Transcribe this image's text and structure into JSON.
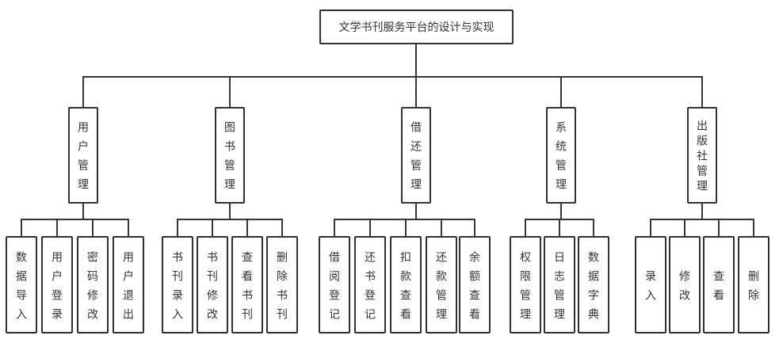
{
  "tree": {
    "root": {
      "label": "文学书刊服务平台的设计与实现"
    },
    "branches": [
      {
        "label": "用户管理",
        "children": [
          {
            "label": "数据导入"
          },
          {
            "label": "用户登录"
          },
          {
            "label": "密码修改"
          },
          {
            "label": "用户退出"
          }
        ]
      },
      {
        "label": "图书管理",
        "children": [
          {
            "label": "书刊录入"
          },
          {
            "label": "书刊修改"
          },
          {
            "label": "查看书刊"
          },
          {
            "label": "删除书刊"
          }
        ]
      },
      {
        "label": "借还管理",
        "children": [
          {
            "label": "借阅登记"
          },
          {
            "label": "还书登记"
          },
          {
            "label": "扣款查看"
          },
          {
            "label": "还款管理"
          },
          {
            "label": "余额查看"
          }
        ]
      },
      {
        "label": "系统管理",
        "children": [
          {
            "label": "权限管理"
          },
          {
            "label": "日志管理"
          },
          {
            "label": "数据字典"
          }
        ]
      },
      {
        "label": "出版社管理",
        "children": [
          {
            "label": "录入"
          },
          {
            "label": "修改"
          },
          {
            "label": "查看"
          },
          {
            "label": "删除"
          }
        ]
      }
    ]
  },
  "colors": {
    "line": "#31363b",
    "node_border": "#2d3237",
    "text": "#333333",
    "background": "#ffffff"
  }
}
